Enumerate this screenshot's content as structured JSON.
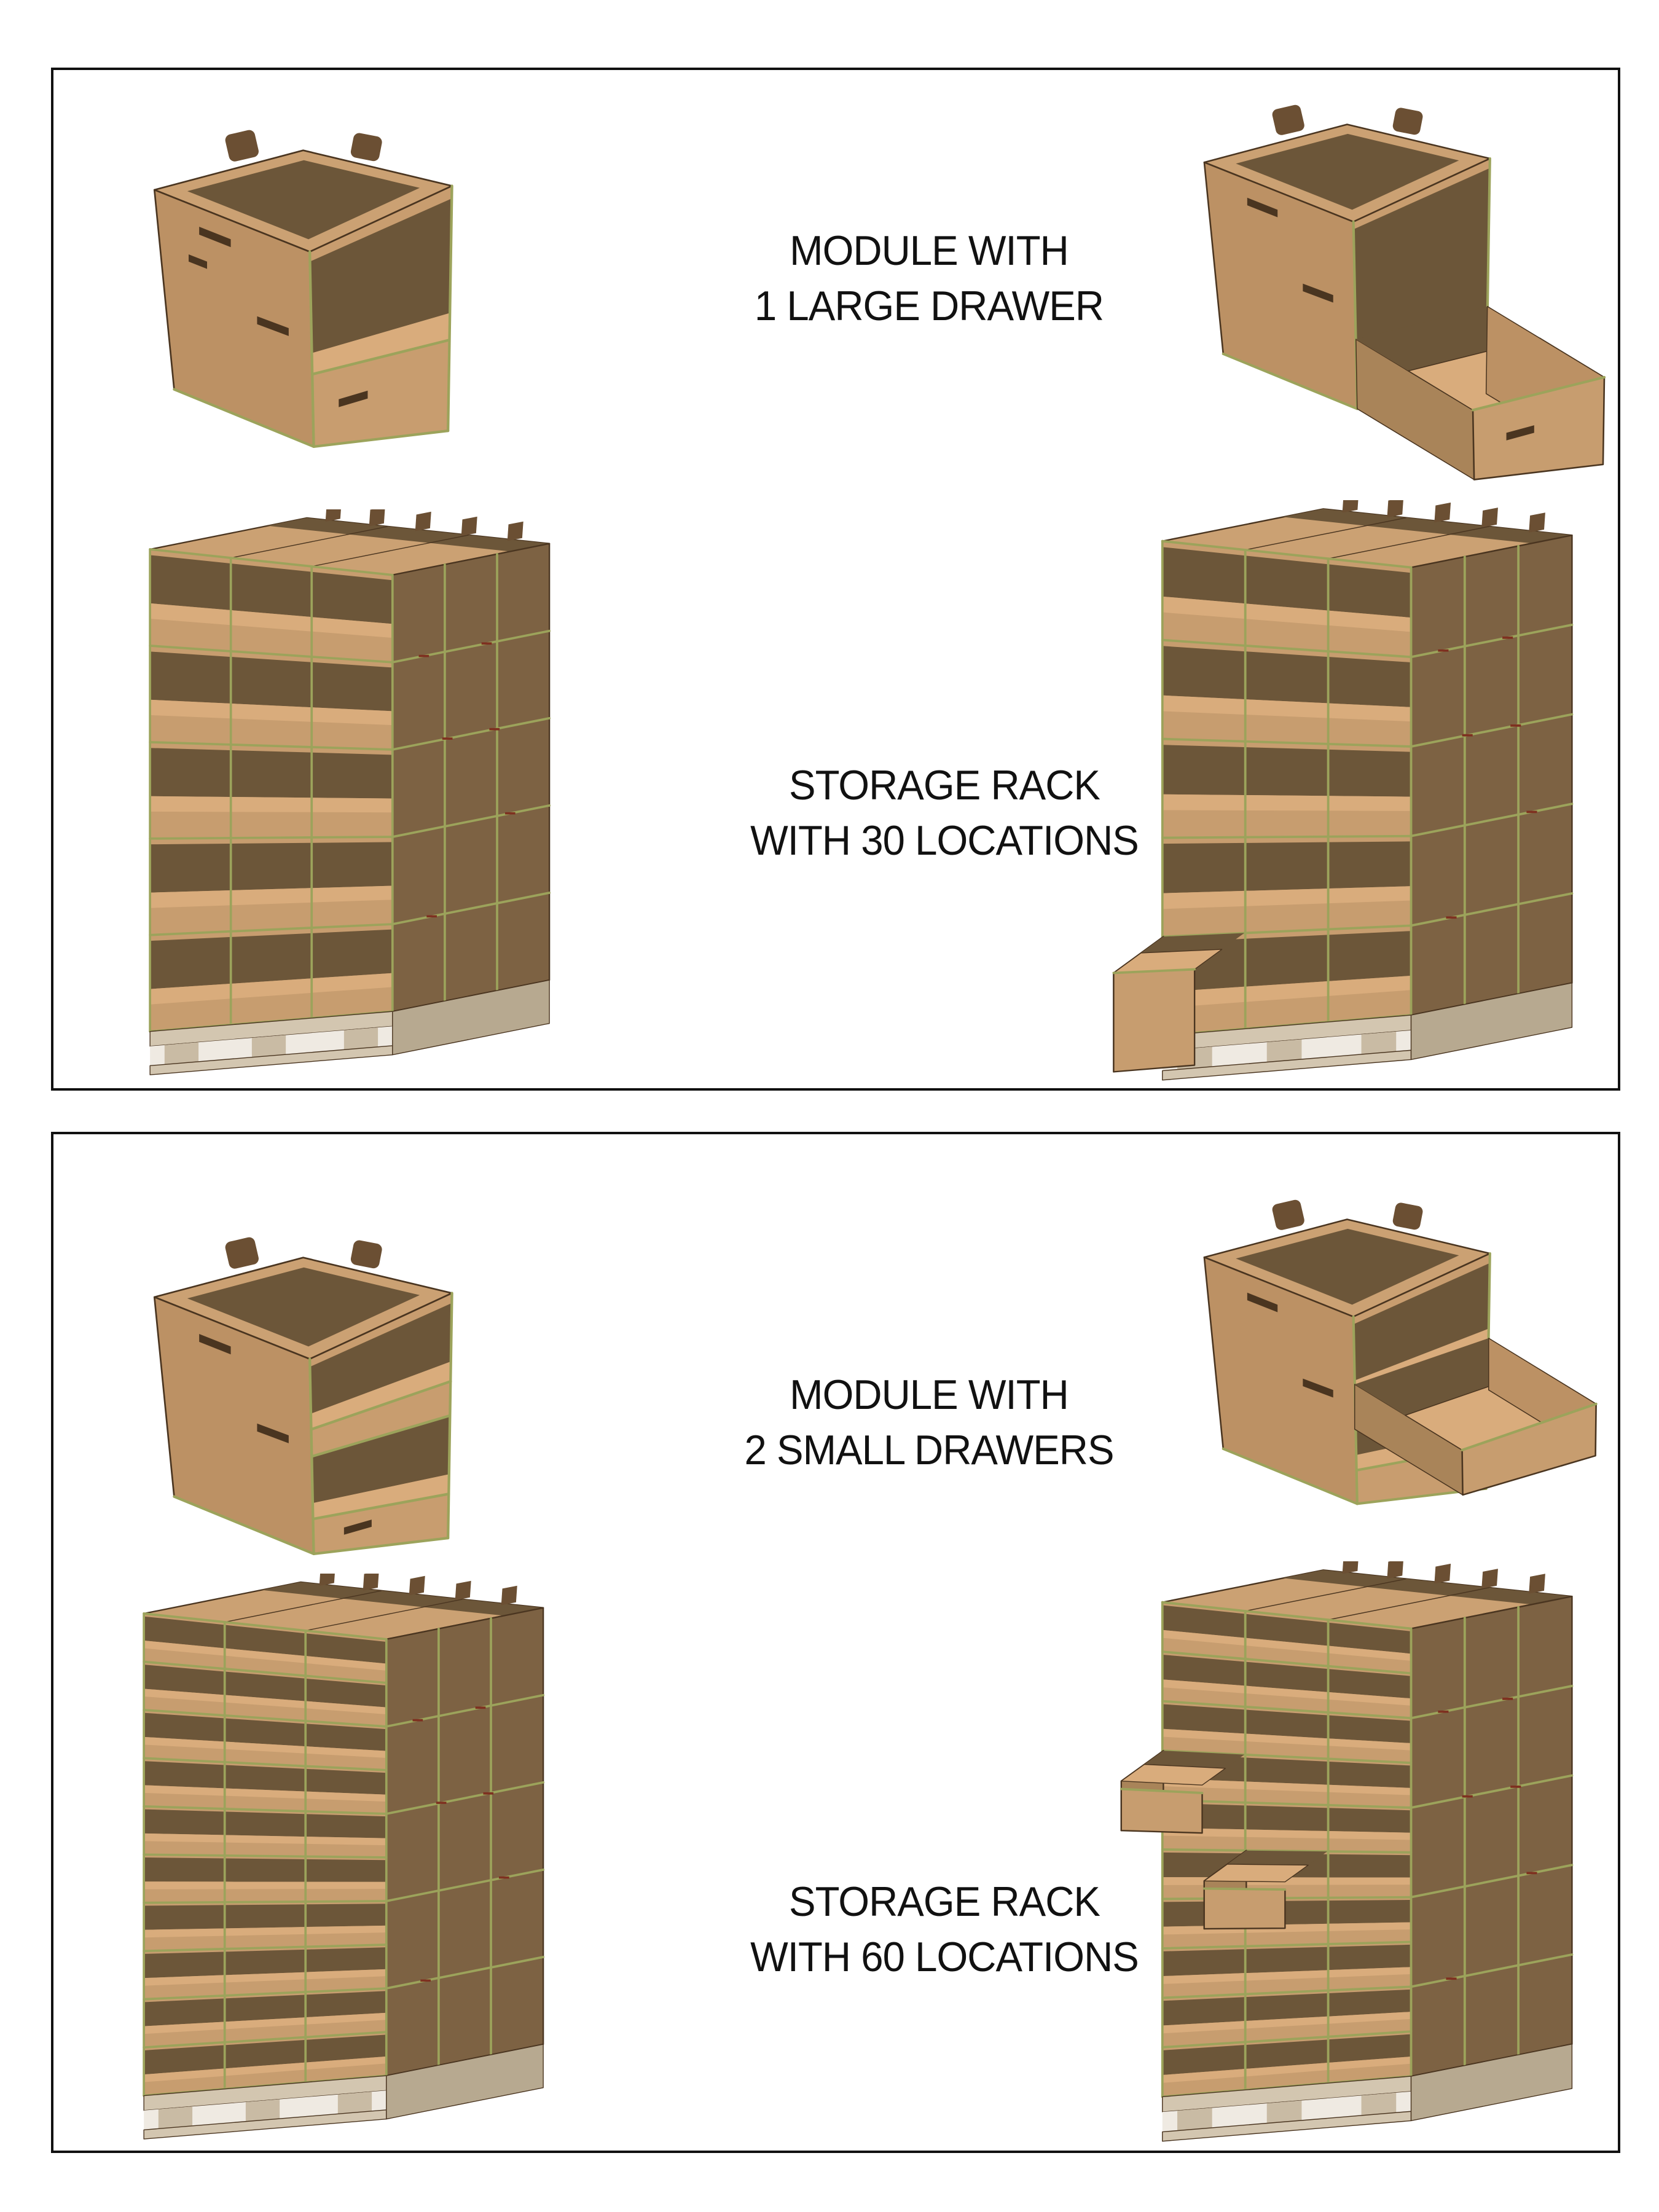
{
  "document": {
    "background": "#ffffff",
    "panel_border_color": "#111111"
  },
  "colors": {
    "cardboard": "#C79D6F",
    "cardboard-light": "#D9AC7C",
    "face-left": "#BC9164",
    "face-right": "#C89D6F",
    "top-face": "#CBA173",
    "interior": "#6C5639",
    "side-panel": "#7D6243",
    "side-dark": "#A98459",
    "edge-green": "#9CA35B",
    "accent-red": "#7E3020",
    "tab": "#6B4F33",
    "outline": "#4A3520",
    "pallet-light": "#D3C6B0",
    "pallet-mid": "#C9BBA4",
    "pallet-dark": "#B7A990",
    "text": "#111111"
  },
  "panels": [
    {
      "caption_module": {
        "line1": "MODULE WITH",
        "line2": "1 LARGE DRAWER"
      },
      "caption_rack": {
        "line1": "STORAGE RACK",
        "line2": "WITH 30 LOCATIONS"
      }
    },
    {
      "caption_module": {
        "line1": "MODULE WITH",
        "line2": "2 SMALL DRAWERS"
      },
      "caption_rack": {
        "line1": "STORAGE RACK",
        "line2": "WITH 60 LOCATIONS"
      }
    }
  ],
  "racks": {
    "rack30_closed": {
      "rows": 5,
      "cols": 3,
      "locations": 30,
      "open": []
    },
    "rack30_open": {
      "rows": 5,
      "cols": 3,
      "locations": 30,
      "open": [
        {
          "col": 0,
          "row": 4,
          "type": "box"
        }
      ]
    },
    "rack60_closed": {
      "rows": 10,
      "cols": 3,
      "locations": 60,
      "open": []
    },
    "rack60_open": {
      "rows": 10,
      "cols": 3,
      "locations": 60,
      "open": [
        {
          "col": 0,
          "row": 3,
          "type": "scoop"
        },
        {
          "col": 1,
          "row": 5,
          "type": "scoop"
        }
      ]
    }
  }
}
